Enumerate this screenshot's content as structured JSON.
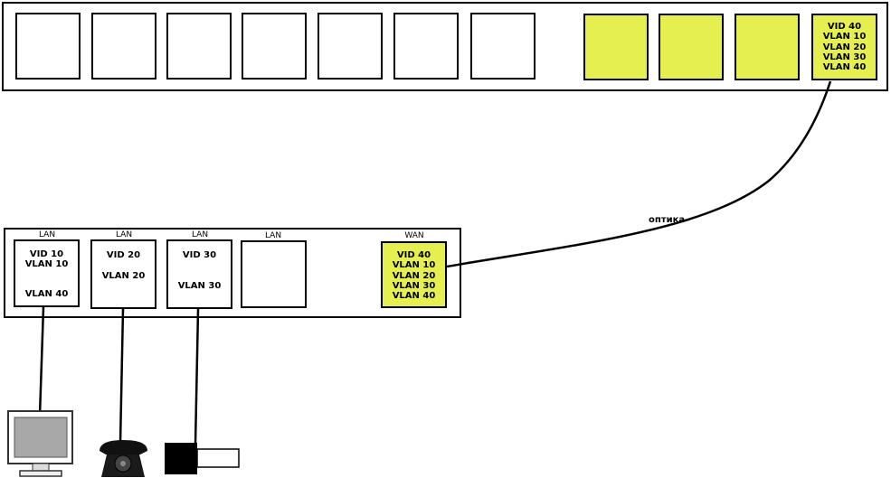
{
  "upper_switch": {
    "trunk_port": {
      "lines": [
        "VID 40",
        "VLAN 10",
        "VLAN 20",
        "VLAN 30",
        "VLAN 40"
      ]
    }
  },
  "lower_switch": {
    "ports": [
      {
        "label": "LAN",
        "line1": "VID 10",
        "line2": "VLAN 10",
        "line3": "VLAN 40"
      },
      {
        "label": "LAN",
        "line1": "VID 20",
        "line2": "VLAN 20"
      },
      {
        "label": "LAN",
        "line1": "VID 30",
        "line2": "VLAN 30"
      },
      {
        "label": "LAN"
      }
    ],
    "wan_port": {
      "label": "WAN",
      "lines": [
        "VID 40",
        "VLAN 10",
        "VLAN 20",
        "VLAN 30",
        "VLAN 40"
      ]
    }
  },
  "links": {
    "fiber_label": "оптика"
  },
  "devices": {
    "pc_icon": "monitor-icon",
    "phone_icon": "rotary-phone-icon",
    "stb_icon": "set-top-box-icon"
  },
  "colors": {
    "trunk_port_fill": "#e5f050",
    "line": "#000000"
  }
}
